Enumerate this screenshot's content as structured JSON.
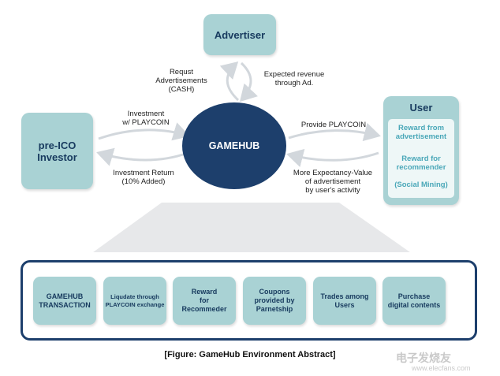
{
  "nodes": {
    "advertiser": "Advertiser",
    "pre_ico": [
      "pre-ICO",
      "Investor"
    ],
    "hub": "GAMEHUB",
    "user_title": "User",
    "user_lines": [
      "Reward from",
      "advertisement",
      "Reward for",
      "recommender",
      "(Social Mining)"
    ]
  },
  "edges": {
    "request_ads": [
      "Requst",
      "Advertisements",
      "(CASH)"
    ],
    "expected_revenue": [
      "Expected revenue",
      "through Ad."
    ],
    "investment": [
      "Investment",
      "w/ PLAYCOIN"
    ],
    "investment_return": [
      "Investment Return",
      "(10% Added)"
    ],
    "provide_playcoin": "Provide PLAYCOIN",
    "expectancy": [
      "More Expectancy-Value",
      "of advertisement",
      "by user's activity"
    ]
  },
  "features": [
    [
      "GAMEHUB",
      "TRANSACTION"
    ],
    [
      "Liqudate through",
      "PLAYCOIN exchange"
    ],
    [
      "Reward",
      "for",
      "Recommeder"
    ],
    [
      "Coupons",
      "provided by",
      "Parnetship"
    ],
    [
      "Trades among",
      "Users"
    ],
    [
      "Purchase",
      "digital contents"
    ]
  ],
  "caption": "[Figure: GameHub Environment Abstract]",
  "watermark": [
    "电子发烧友",
    "www.elecfans.com"
  ],
  "colors": {
    "box": "#a9d2d4",
    "hub": "#1d3f6c",
    "accent_text": "#49a7b8"
  }
}
